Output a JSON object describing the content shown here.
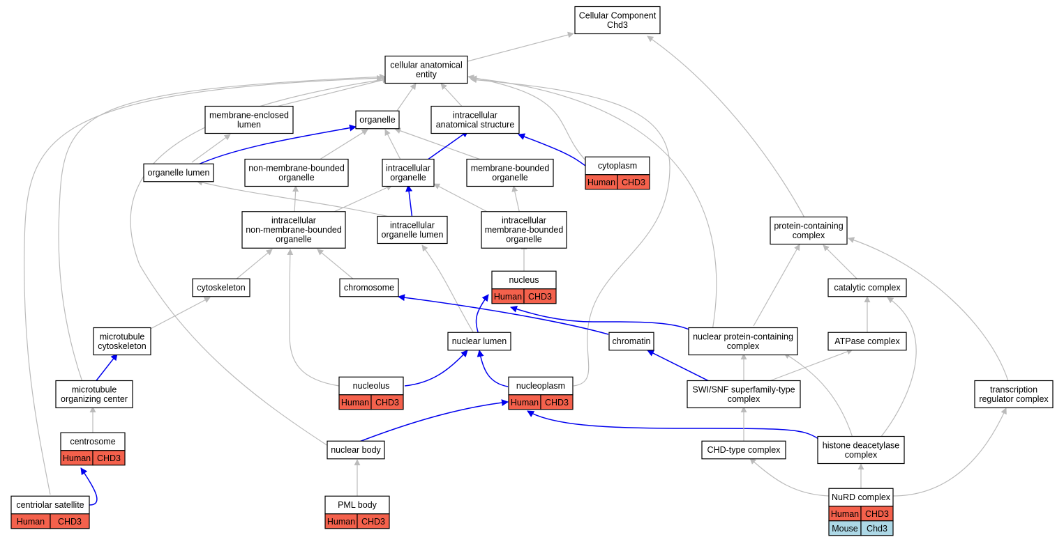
{
  "colors": {
    "human": "#f4614c",
    "mouse": "#add8e6",
    "edge_is_a": "#bbbbbb",
    "edge_part_of": "#0000ee"
  },
  "nodes": {
    "root": [
      "Cellular Component",
      "Chd3"
    ],
    "cae": [
      "cellular anatomical",
      "entity"
    ],
    "mel": [
      "membrane-enclosed",
      "lumen"
    ],
    "organelle": [
      "organelle"
    ],
    "ias": [
      "intracellular",
      "anatomical structure"
    ],
    "cytoplasm": [
      "cytoplasm"
    ],
    "orglumen": [
      "organelle lumen"
    ],
    "nmbo": [
      "non-membrane-bounded",
      "organelle"
    ],
    "intorg": [
      "intracellular",
      "organelle"
    ],
    "mbo": [
      "membrane-bounded",
      "organelle"
    ],
    "inmbo": [
      "intracellular",
      "non-membrane-bounded",
      "organelle"
    ],
    "iol": [
      "intracellular",
      "organelle lumen"
    ],
    "imbo": [
      "intracellular",
      "membrane-bounded",
      "organelle"
    ],
    "pcc": [
      "protein-containing",
      "complex"
    ],
    "cytoskeleton": [
      "cytoskeleton"
    ],
    "chromosome": [
      "chromosome"
    ],
    "nucleus": [
      "nucleus"
    ],
    "catalytic": [
      "catalytic complex"
    ],
    "mtcs": [
      "microtubule",
      "cytoskeleton"
    ],
    "nuclumen": [
      "nuclear lumen"
    ],
    "chromatin": [
      "chromatin"
    ],
    "npcc": [
      "nuclear protein-containing",
      "complex"
    ],
    "atpase": [
      "ATPase complex"
    ],
    "mtoc": [
      "microtubule",
      "organizing center"
    ],
    "nucleolus": [
      "nucleolus"
    ],
    "nucleoplasm": [
      "nucleoplasm"
    ],
    "swisnf": [
      "SWI/SNF superfamily-type",
      "complex"
    ],
    "trc": [
      "transcription",
      "regulator complex"
    ],
    "centrosome": [
      "centrosome"
    ],
    "nucbody": [
      "nuclear body"
    ],
    "chd": [
      "CHD-type complex"
    ],
    "hdac": [
      "histone deacetylase",
      "complex"
    ],
    "cenSat": [
      "centriolar satellite"
    ],
    "pml": [
      "PML body"
    ],
    "nurd": [
      "NuRD complex"
    ]
  },
  "annotations": {
    "cytoplasm": [
      [
        "Human",
        "CHD3"
      ]
    ],
    "nucleus": [
      [
        "Human",
        "CHD3"
      ]
    ],
    "nucleolus": [
      [
        "Human",
        "CHD3"
      ]
    ],
    "nucleoplasm": [
      [
        "Human",
        "CHD3"
      ]
    ],
    "centrosome": [
      [
        "Human",
        "CHD3"
      ]
    ],
    "cenSat": [
      [
        "Human",
        "CHD3"
      ]
    ],
    "pml": [
      [
        "Human",
        "CHD3"
      ]
    ],
    "nurd": [
      [
        "Human",
        "CHD3"
      ],
      [
        "Mouse",
        "Chd3"
      ]
    ]
  },
  "edges": [
    {
      "from": "cae",
      "to": "root",
      "type": "is_a"
    },
    {
      "from": "pcc",
      "to": "root",
      "type": "is_a"
    },
    {
      "from": "mel",
      "to": "cae",
      "type": "is_a"
    },
    {
      "from": "organelle",
      "to": "cae",
      "type": "is_a"
    },
    {
      "from": "ias",
      "to": "cae",
      "type": "is_a"
    },
    {
      "from": "cytoplasm",
      "to": "cae",
      "type": "is_a"
    },
    {
      "from": "chromatin",
      "to": "cae",
      "type": "is_a"
    },
    {
      "from": "nucleoplasm",
      "to": "cae",
      "type": "is_a"
    },
    {
      "from": "nucbody",
      "to": "cae",
      "type": "is_a"
    },
    {
      "from": "mtoc",
      "to": "cae",
      "type": "is_a"
    },
    {
      "from": "cenSat",
      "to": "cae",
      "type": "is_a"
    },
    {
      "from": "orglumen",
      "to": "mel",
      "type": "is_a"
    },
    {
      "from": "orglumen",
      "to": "organelle",
      "type": "part_of"
    },
    {
      "from": "nmbo",
      "to": "organelle",
      "type": "is_a"
    },
    {
      "from": "intorg",
      "to": "organelle",
      "type": "is_a"
    },
    {
      "from": "mbo",
      "to": "organelle",
      "type": "is_a"
    },
    {
      "from": "intorg",
      "to": "ias",
      "type": "part_of"
    },
    {
      "from": "cytoplasm",
      "to": "ias",
      "type": "part_of"
    },
    {
      "from": "iol",
      "to": "orglumen",
      "type": "is_a"
    },
    {
      "from": "iol",
      "to": "intorg",
      "type": "part_of"
    },
    {
      "from": "inmbo",
      "to": "nmbo",
      "type": "is_a"
    },
    {
      "from": "inmbo",
      "to": "intorg",
      "type": "is_a"
    },
    {
      "from": "imbo",
      "to": "intorg",
      "type": "is_a"
    },
    {
      "from": "imbo",
      "to": "mbo",
      "type": "is_a"
    },
    {
      "from": "cytoskeleton",
      "to": "inmbo",
      "type": "is_a"
    },
    {
      "from": "chromosome",
      "to": "inmbo",
      "type": "is_a"
    },
    {
      "from": "nucleolus",
      "to": "inmbo",
      "type": "is_a"
    },
    {
      "from": "nuclumen",
      "to": "iol",
      "type": "is_a"
    },
    {
      "from": "nucleus",
      "to": "imbo",
      "type": "is_a"
    },
    {
      "from": "mtcs",
      "to": "cytoskeleton",
      "type": "is_a"
    },
    {
      "from": "mtoc",
      "to": "mtcs",
      "type": "part_of"
    },
    {
      "from": "nuclumen",
      "to": "nucleus",
      "type": "part_of"
    },
    {
      "from": "npcc",
      "to": "nucleus",
      "type": "part_of"
    },
    {
      "from": "chromatin",
      "to": "chromosome",
      "type": "part_of"
    },
    {
      "from": "nucleolus",
      "to": "nuclumen",
      "type": "part_of"
    },
    {
      "from": "nucleoplasm",
      "to": "nuclumen",
      "type": "part_of"
    },
    {
      "from": "nucbody",
      "to": "nucleoplasm",
      "type": "part_of"
    },
    {
      "from": "hdac",
      "to": "nucleoplasm",
      "type": "part_of"
    },
    {
      "from": "npcc",
      "to": "pcc",
      "type": "is_a"
    },
    {
      "from": "catalytic",
      "to": "pcc",
      "type": "is_a"
    },
    {
      "from": "trc",
      "to": "pcc",
      "type": "is_a"
    },
    {
      "from": "atpase",
      "to": "catalytic",
      "type": "is_a"
    },
    {
      "from": "hdac",
      "to": "catalytic",
      "type": "is_a"
    },
    {
      "from": "swisnf",
      "to": "npcc",
      "type": "is_a"
    },
    {
      "from": "hdac",
      "to": "npcc",
      "type": "is_a"
    },
    {
      "from": "swisnf",
      "to": "atpase",
      "type": "is_a"
    },
    {
      "from": "swisnf",
      "to": "chromatin",
      "type": "part_of"
    },
    {
      "from": "chd",
      "to": "swisnf",
      "type": "is_a"
    },
    {
      "from": "nurd",
      "to": "chd",
      "type": "is_a"
    },
    {
      "from": "nurd",
      "to": "hdac",
      "type": "is_a"
    },
    {
      "from": "nurd",
      "to": "trc",
      "type": "is_a"
    },
    {
      "from": "centrosome",
      "to": "mtoc",
      "type": "is_a"
    },
    {
      "from": "cenSat",
      "to": "centrosome",
      "type": "part_of"
    },
    {
      "from": "pml",
      "to": "nucbody",
      "type": "is_a"
    }
  ]
}
